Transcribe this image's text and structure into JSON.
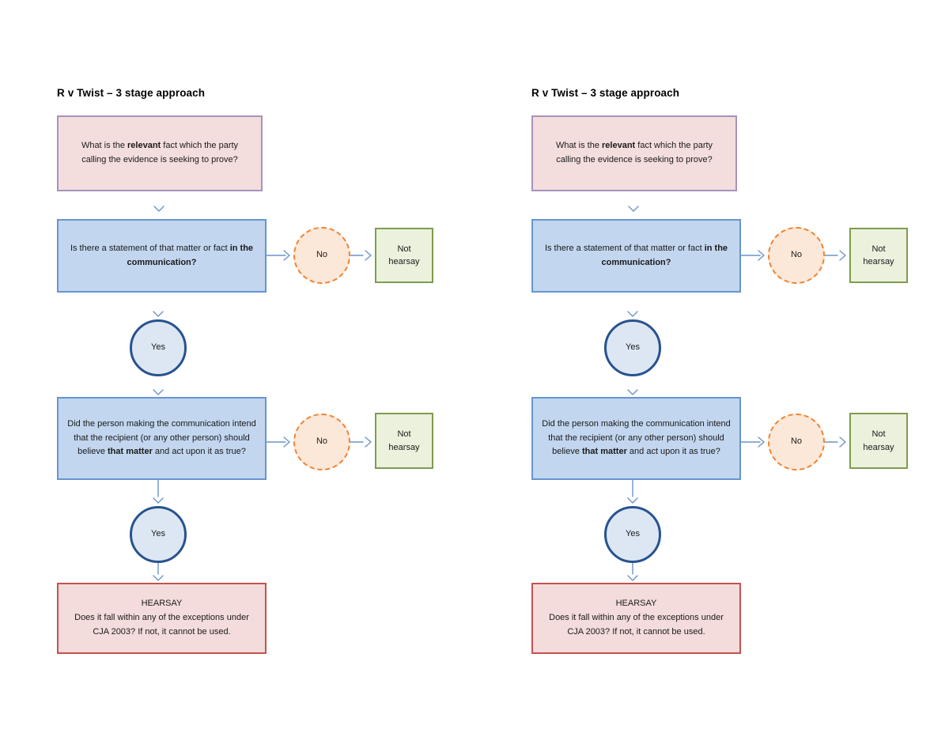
{
  "flowchart": {
    "title": "R v Twist – 3 stage approach",
    "stage1_box": {
      "pre": "What is the ",
      "bold": "relevant",
      "post": " fact which the party calling the evidence is seeking to prove?"
    },
    "stage2_box": {
      "pre": "Is there a statement of that matter or fact ",
      "bold": "in the communication?",
      "post": ""
    },
    "stage3_box": {
      "pre": "Did the person making the communication intend that the recipient (or any other person) should believe ",
      "bold": "that matter",
      "post": " and act upon it as true?"
    },
    "no_label": "No",
    "yes_label": "Yes",
    "not_hearsay_label": "Not hearsay",
    "hearsay_box": {
      "heading": "HEARSAY",
      "body": "Does it fall within any of the exceptions under CJA 2003? If not, it cannot be used."
    },
    "colors": {
      "connector": "#6b94c9",
      "stage1_fill": "#f3dedd",
      "stage1_border": "#a892bf",
      "question_fill": "#c2d6ef",
      "question_border": "#6695cf",
      "no_fill": "#fce8d8",
      "no_border": "#ee8434",
      "yes_fill": "#dde7f3",
      "yes_border": "#27538f",
      "not_hearsay_fill": "#ebf1dd",
      "not_hearsay_border": "#7e9c50",
      "hearsay_fill": "#f3dcdb",
      "hearsay_border": "#c4534e"
    }
  }
}
